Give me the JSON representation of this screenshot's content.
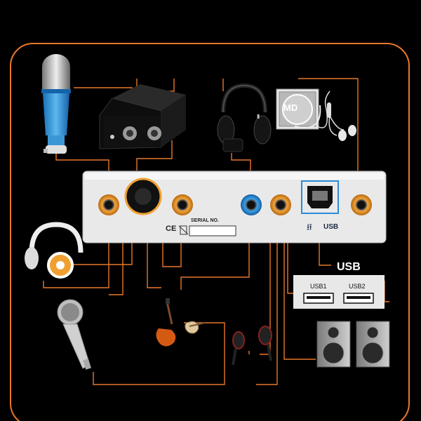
{
  "device": {
    "serial_label": "SERIAL NO.",
    "ce_mark": "CE",
    "usb_port_label": "USB"
  },
  "usb_panel": {
    "title": "USB",
    "port1": "USB1",
    "port2": "USB2"
  },
  "md_player": {
    "label": "MD"
  },
  "colors": {
    "frame": "#e8782a",
    "wire": "#e8782a",
    "panel": "#e9e9ea",
    "jack_orange": "#f0a030",
    "jack_blue": "#2a8cd8"
  }
}
